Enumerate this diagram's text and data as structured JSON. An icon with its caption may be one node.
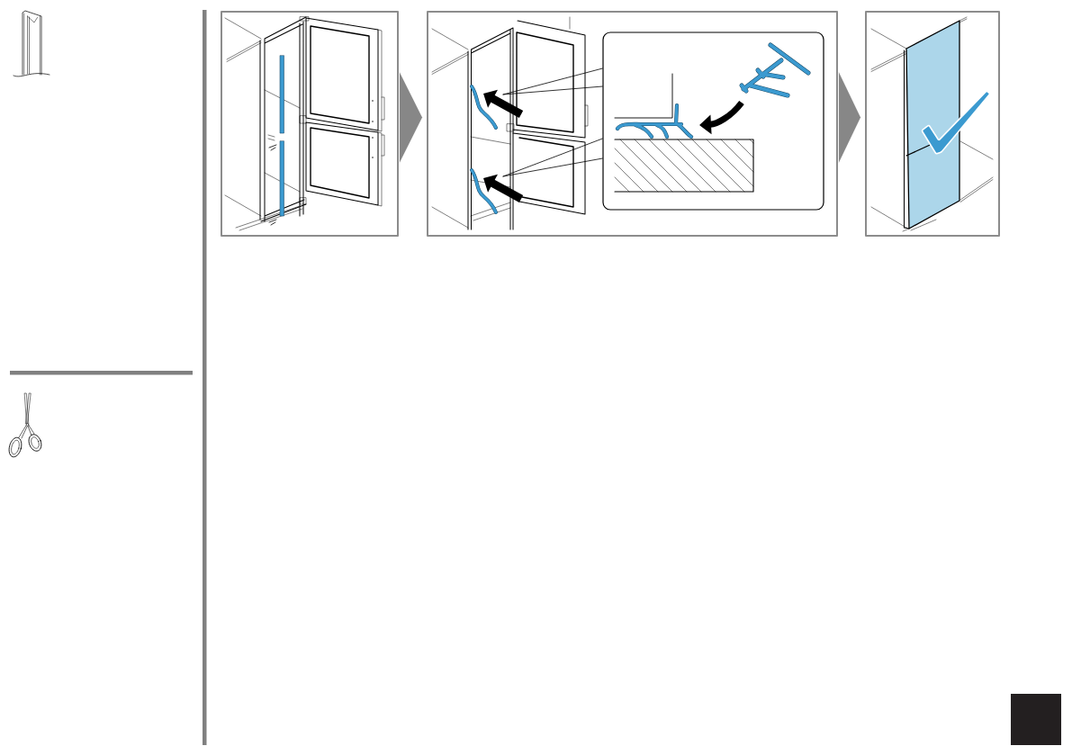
{
  "diagram": {
    "nodes": [
      {
        "text": [],
        "shape": "picture"
      },
      {
        "text": [],
        "shape": "picture"
      },
      {
        "text": [],
        "shape": "box",
        "in": 1
      },
      {
        "text": [],
        "shape": "picture"
      }
    ],
    "edges": [
      {
        "from": 0,
        "to": 1,
        "arrow": "to"
      },
      {
        "from": 1,
        "to": 3,
        "arrow": "to"
      },
      {
        "from": 2,
        "to": null,
        "arrow": "none"
      },
      {
        "from": 2,
        "to": null,
        "arrow": "none"
      }
    ]
  }
}
